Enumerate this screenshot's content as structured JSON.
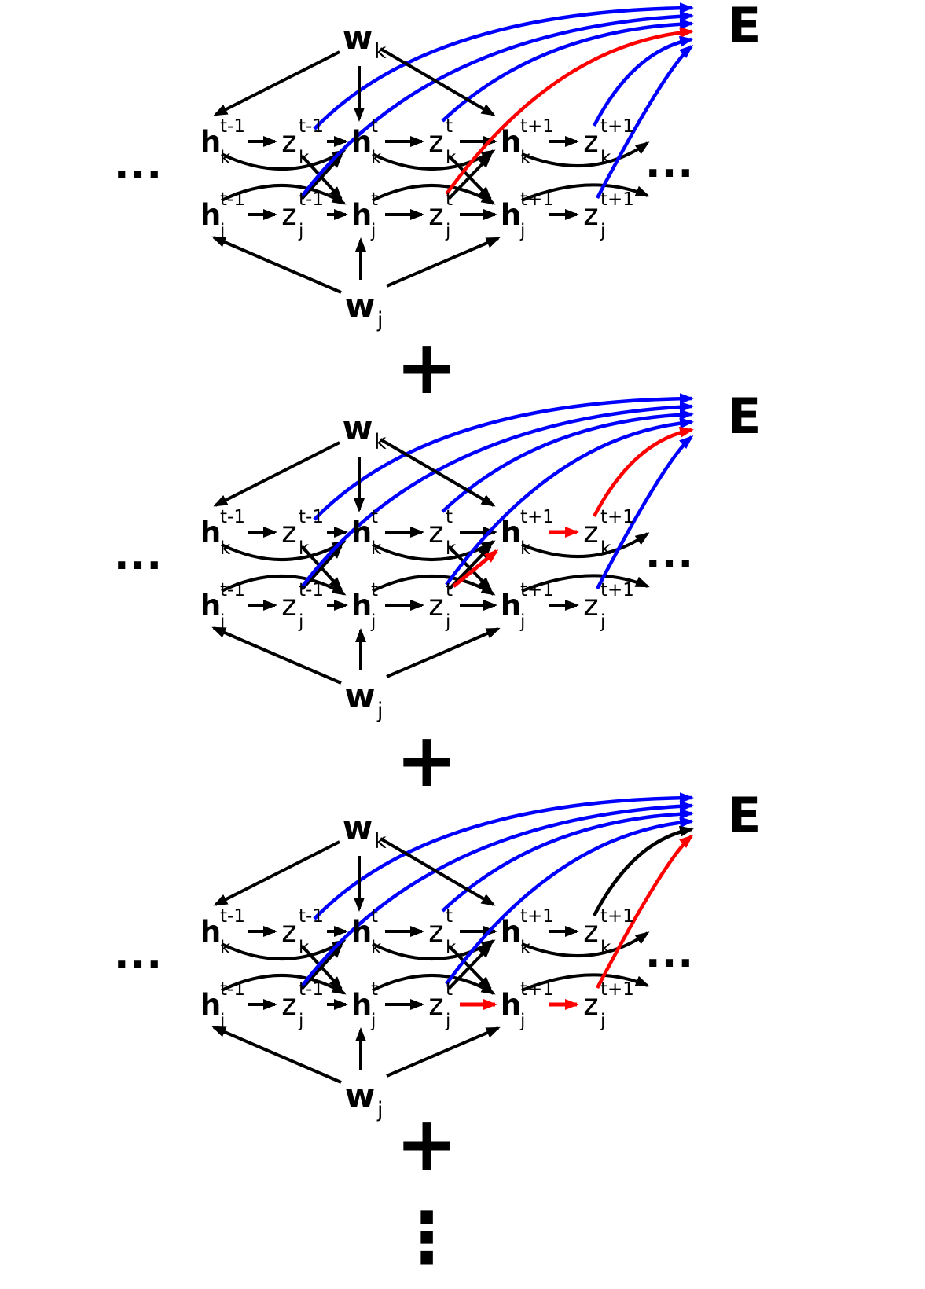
{
  "figure": {
    "error_label": "E",
    "hidden_unit_letter": "h",
    "output_unit_letter": "z",
    "weight_letter": "w",
    "time_superscripts": [
      "t-1",
      "t",
      "t+1"
    ],
    "unit_subscripts": [
      "k",
      "j"
    ],
    "ellipsis_horizontal": "...",
    "ellipsis_vertical": "⋮",
    "plus_sign": "+",
    "colors": {
      "default_edge": "#000000",
      "highlight_path": "#ff0000",
      "error_edge": "#0000ff"
    },
    "panels": [
      {
        "id": "term-1",
        "red_error_curve": "j1"
      },
      {
        "id": "term-2",
        "red_error_curve": "k2",
        "red_cross_arrow_col": 1,
        "red_h_to_z": {
          "row": "k",
          "col": 2
        }
      },
      {
        "id": "term-3",
        "red_error_curve": "j2",
        "black_error_curve": "k2",
        "red_z_to_h": {
          "row": "j",
          "col": 1
        },
        "red_h_to_z": {
          "row": "j",
          "col": 2
        }
      }
    ]
  }
}
